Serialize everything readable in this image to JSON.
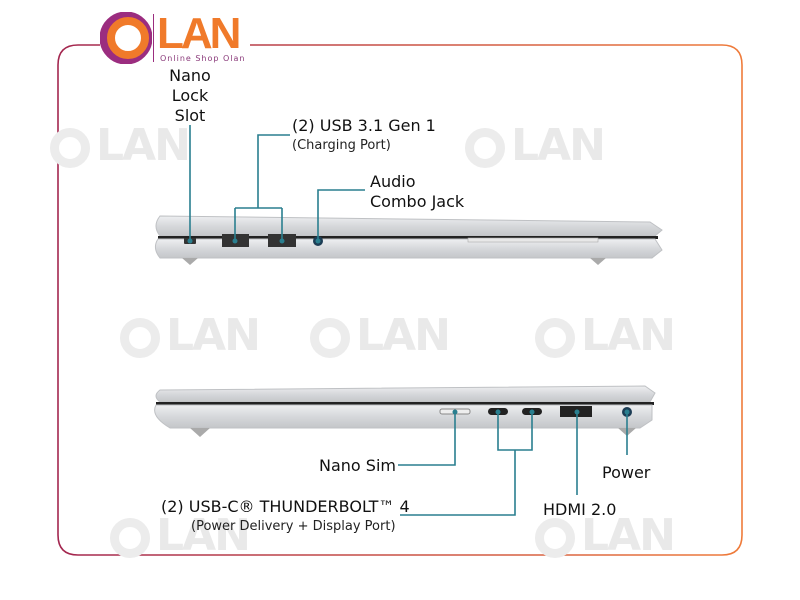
{
  "brand": {
    "name": "LAN",
    "tagline": "Online Shop Olan",
    "accent": "#f07a2a",
    "secondary": "#9b2d7f"
  },
  "labels": {
    "nano_lock": [
      "Nano",
      "Lock Slot"
    ],
    "usb": {
      "title": "(2) USB 3.1 Gen 1",
      "sub": "(Charging Port)"
    },
    "audio": [
      "Audio",
      "Combo Jack"
    ],
    "nano_sim": "Nano Sim",
    "thunderbolt": {
      "title": "(2) USB-C® THUNDERBOLT™ 4",
      "sub": "(Power Delivery + Display Port)"
    },
    "hdmi": "HDMI 2.0",
    "power": "Power"
  },
  "colors": {
    "leader": "#2a7f8f",
    "frame_left": "#a3264f",
    "frame_right": "#ef7b3a"
  }
}
